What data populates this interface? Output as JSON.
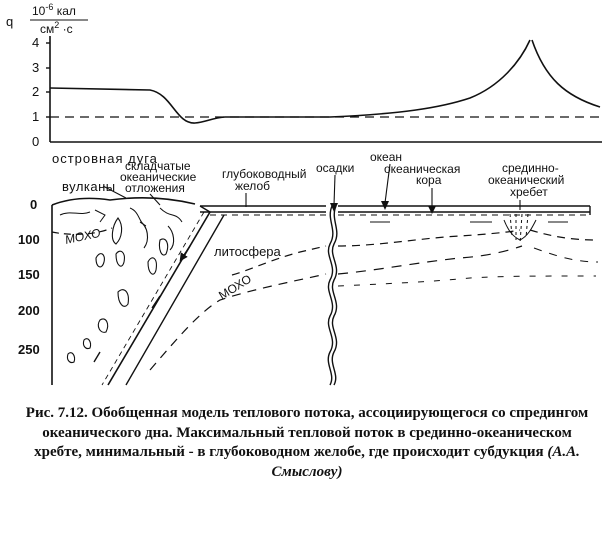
{
  "heat_flow": {
    "axis_symbol": "q",
    "unit_top": "10",
    "unit_exp": "-6",
    "unit_kal": " кал",
    "unit_bottom": "см",
    "unit_bottom_exp": "2",
    "unit_bottom_tail": " ·с",
    "ticks": [
      "4",
      "3",
      "2",
      "1",
      "0"
    ]
  },
  "depth_ticks": [
    "0",
    "100",
    "150",
    "200",
    "250"
  ],
  "labels": {
    "island_arc": "островная дуга",
    "volcanoes": "вулканы",
    "folded_1": "складчатые",
    "folded_2": "океанические",
    "folded_3": "отложения",
    "trench_1": "глубоководный",
    "trench_2": "желоб",
    "sediments": "осадки",
    "ocean": "океан",
    "crust_1": "океаническая",
    "crust_2": "кора",
    "ridge_1": "срединно-",
    "ridge_2": "океанический",
    "ridge_3": "хребет",
    "moho_left": "МОХО",
    "lithosphere": "литосфера",
    "moho_slab": "МОХО"
  },
  "caption": {
    "text": "Рис. 7.12. Обобщенная модель теплового потока, ассоциирующегося со спредингом океанического дна. Максимальный тепловой поток в срединно-океаническом хребте, минимальный - в глубоководном желобе, где происходит субдукция ",
    "author": "(А.А. Смыслову)"
  }
}
